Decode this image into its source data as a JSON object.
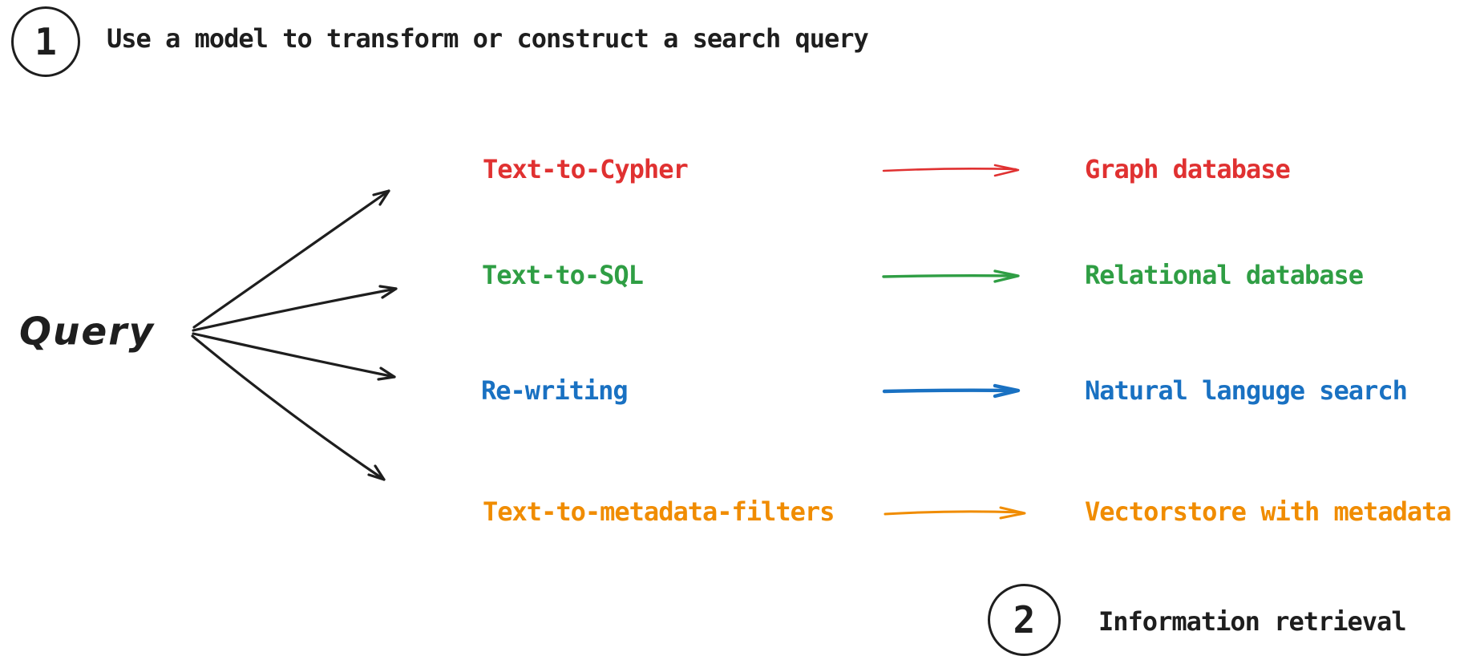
{
  "colors": {
    "ink": "#1e1e1e",
    "background": "#ffffff"
  },
  "steps": {
    "step1": {
      "number": "1",
      "label": "Use a model to transform or construct a search query"
    },
    "step2": {
      "number": "2",
      "label": "Information retrieval"
    }
  },
  "query": {
    "label": "Query"
  },
  "rows": [
    {
      "method": "Text-to-Cypher",
      "target": "Graph database",
      "color": "#e03131"
    },
    {
      "method": "Text-to-SQL",
      "target": "Relational database",
      "color": "#2f9e44"
    },
    {
      "method": "Re-writing",
      "target": "Natural languge search",
      "color": "#1971c2"
    },
    {
      "method": "Text-to-metadata-filters",
      "target": "Vectorstore with metadata",
      "color": "#f08c00"
    }
  ]
}
